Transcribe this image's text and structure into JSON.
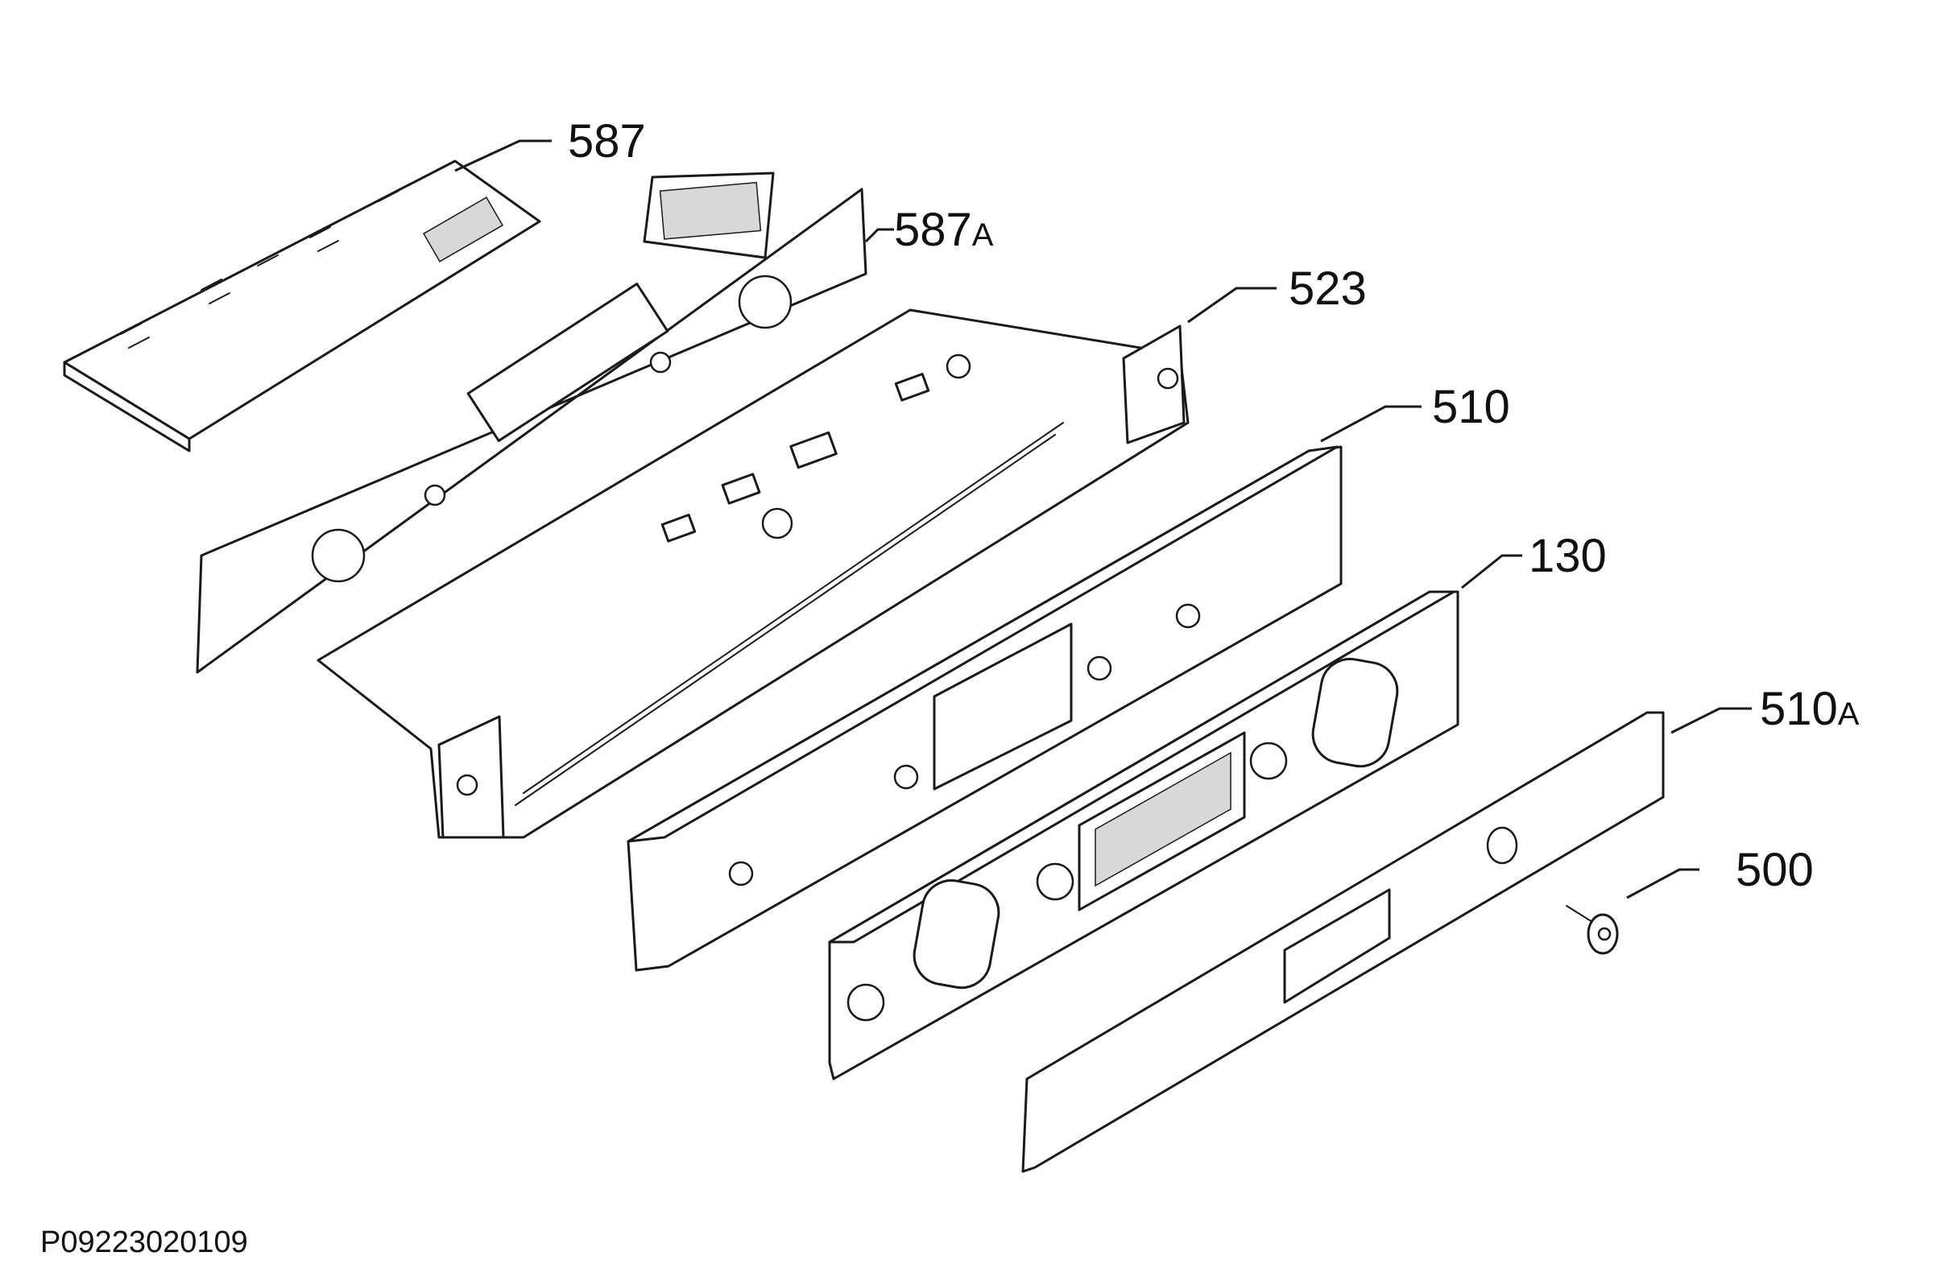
{
  "diagram": {
    "callouts": {
      "c587": "587",
      "c587a": "587",
      "c587a_suffix": "A",
      "c523": "523",
      "c510": "510",
      "c130": "130",
      "c510a": "510",
      "c510a_suffix": "A",
      "c500": "500"
    },
    "reference_code": "P09223020109"
  }
}
